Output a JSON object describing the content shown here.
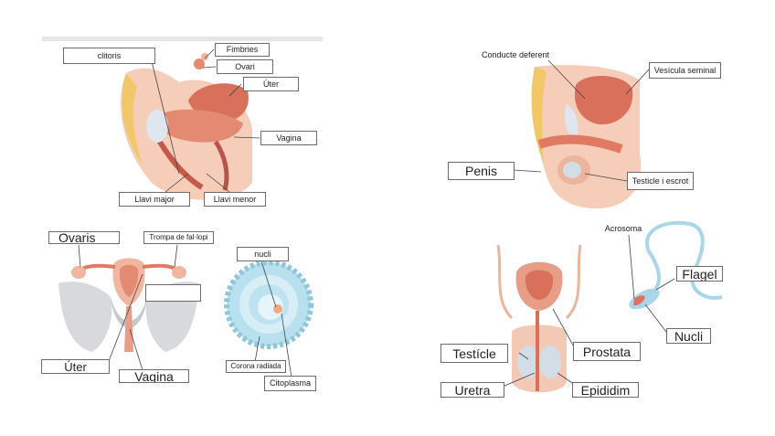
{
  "female_diagram": {
    "labels": {
      "clitoris": "clitoris",
      "fimbries": "Fimbries",
      "ovari": "Ovari",
      "uter": "Úter",
      "vagina": "Vagina",
      "llavi_major": "Llavi major",
      "llavi_menor": "Llavi menor"
    }
  },
  "female_front_diagram": {
    "labels": {
      "ovaris": "Ovaris",
      "trompa": "Trompa de fal·lopi",
      "blank": "",
      "uter": "Úter",
      "vagina": "Vagina"
    }
  },
  "ovum_diagram": {
    "labels": {
      "nucli": "nucli",
      "corona_radiada": "Corona radiada",
      "citoplasma": "Citoplasma"
    }
  },
  "male_side_diagram": {
    "labels": {
      "conducte_deferent": "Conducte deferent",
      "vesicula_seminal": "Vesícula seminal",
      "penis": "Penis",
      "testicle_escrot": "Testicle i escrot"
    }
  },
  "sperm_diagram": {
    "labels": {
      "acrosoma": "Acrosoma",
      "flagel": "Flagel",
      "nucli": "Nucli"
    }
  },
  "male_front_diagram": {
    "labels": {
      "testicle": "Testícle",
      "prostata": "Prostata",
      "uretra": "Uretra",
      "epididim": "Epididim"
    }
  },
  "colors": {
    "tissue": "#f1b5a0",
    "tissue_dark": "#d9705b",
    "fat": "#f0c86a",
    "bone": "#d7d9dc",
    "ovum": "#9fd3e8",
    "sperm": "#a9d6e8"
  }
}
